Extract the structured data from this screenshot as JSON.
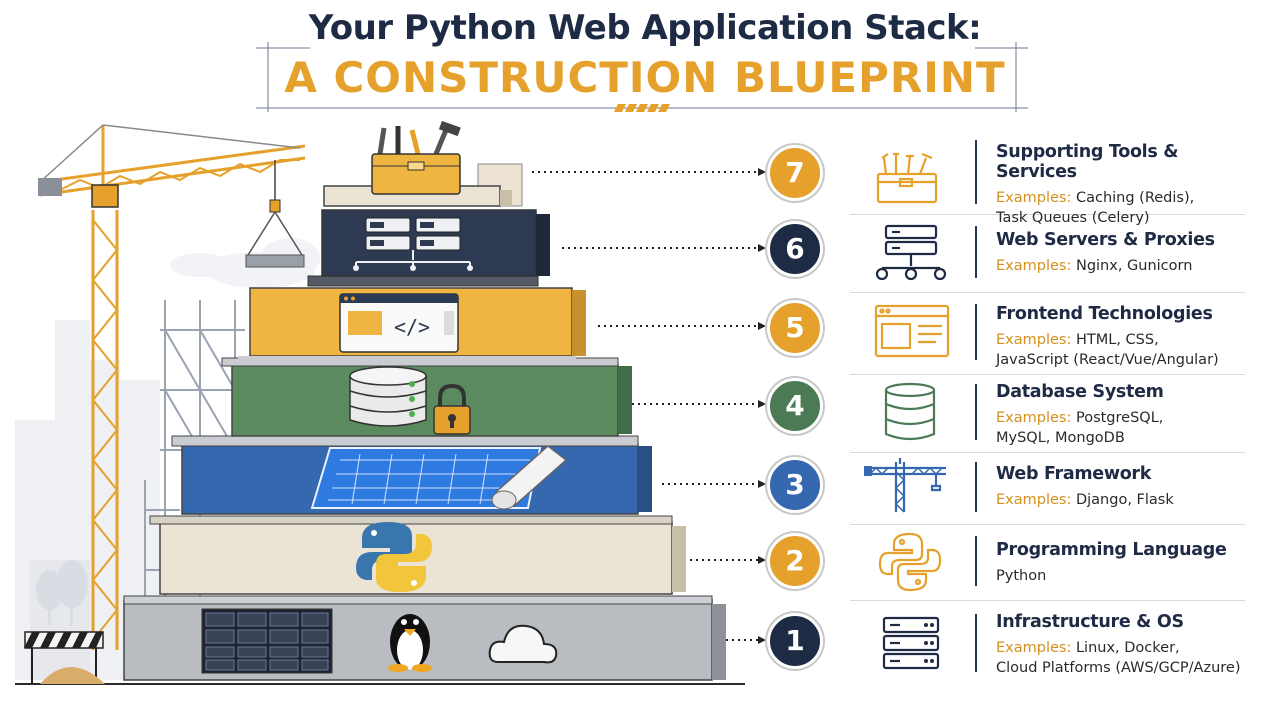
{
  "title": {
    "line1": "Your Python Web Application Stack:",
    "line2": "A CONSTRUCTION BLUEPRINT"
  },
  "colors": {
    "navy": "#1e2b44",
    "orange": "#e5a12b",
    "blue": "#3568ae",
    "green": "#4b7a55",
    "gray": "#c8c8c8"
  },
  "layers": [
    {
      "number": "7",
      "heading": "Supporting Tools & Services",
      "example_label": "Examples:",
      "example_line1": "Caching (Redis),",
      "example_line2": "Task Queues (Celery)",
      "icon": "toolbox-icon",
      "badge_color": "#e5a12b"
    },
    {
      "number": "6",
      "heading": "Web Servers & Proxies",
      "example_label": "Examples:",
      "example_line1": "Nginx, Gunicorn",
      "example_line2": "",
      "icon": "server-network-icon",
      "badge_color": "#1e2b44"
    },
    {
      "number": "5",
      "heading": "Frontend Technologies",
      "example_label": "Examples:",
      "example_line1": "HTML, CSS,",
      "example_line2": "JavaScript (React/Vue/Angular)",
      "icon": "browser-window-icon",
      "badge_color": "#e5a12b"
    },
    {
      "number": "4",
      "heading": "Database System",
      "example_label": "Examples:",
      "example_line1": "PostgreSQL,",
      "example_line2": "MySQL, MongoDB",
      "icon": "database-icon",
      "badge_color": "#4b7a55"
    },
    {
      "number": "3",
      "heading": "Web Framework",
      "example_label": "Examples:",
      "example_line1": "Django, Flask",
      "example_line2": "",
      "icon": "crane-icon",
      "badge_color": "#3568ae"
    },
    {
      "number": "2",
      "heading": "Programming Language",
      "example_label": "",
      "example_line1": "Python",
      "example_line2": "",
      "icon": "python-logo-icon",
      "badge_color": "#e5a12b"
    },
    {
      "number": "1",
      "heading": "Infrastructure & OS",
      "example_label": "Examples:",
      "example_line1": "Linux, Docker,",
      "example_line2": "Cloud Platforms (AWS/GCP/Azure)",
      "icon": "server-rack-icon",
      "badge_color": "#1e2b44"
    }
  ]
}
